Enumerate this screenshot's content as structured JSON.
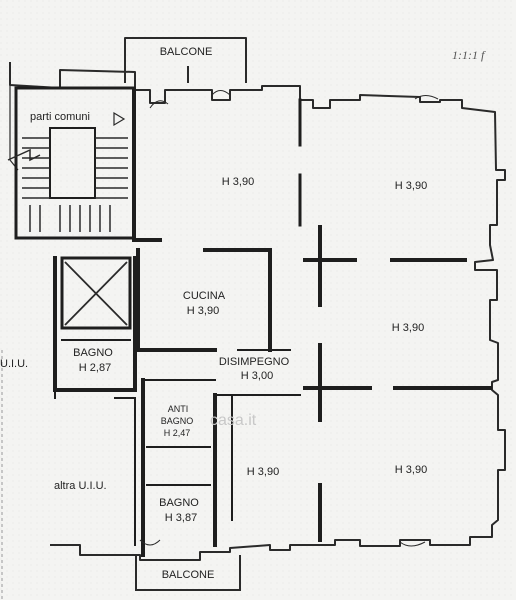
{
  "plan": {
    "corner_note": "1:1:1  f",
    "balcony_top": "BALCONE",
    "balcony_bottom": "BALCONE",
    "parti_comuni": "parti comuni",
    "uiu_left": "U.I.U.",
    "altra_uiu": "altra U.I.U.",
    "watermark": "casa.it",
    "rooms": {
      "room1": {
        "h": "H 3,90"
      },
      "room2": {
        "h": "H 3,90"
      },
      "room3": {
        "h": "H 3,90"
      },
      "room4": {
        "h": "H 3,90"
      },
      "room5": {
        "h": "H 3,90"
      },
      "cucina": {
        "name": "CUCINA",
        "h": "H 3,90"
      },
      "bagno1": {
        "name": "BAGNO",
        "h": "H 2,87"
      },
      "disimpegno": {
        "name": "DISIMPEGNO",
        "h": "H 3,00"
      },
      "antibagno": {
        "name1": "ANTI",
        "name2": "BAGNO",
        "h": "H 2,47"
      },
      "bagno2": {
        "name": "BAGNO",
        "h": "H 3,87"
      }
    }
  }
}
